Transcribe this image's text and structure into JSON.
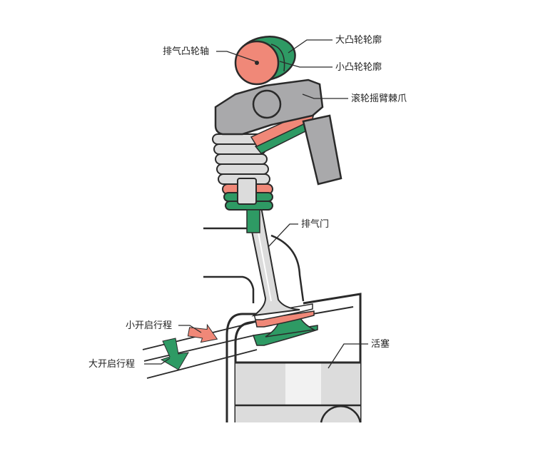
{
  "labels": {
    "exhaust_camshaft": "排气凸轮轴",
    "large_cam_profile": "大凸轮轮廓",
    "small_cam_profile": "小凸轮轮廓",
    "roller_rocker_claw": "滚轮摇臂棘爪",
    "exhaust_valve": "排气门",
    "small_lift": "小开启行程",
    "large_lift": "大开启行程",
    "piston": "活塞"
  },
  "colors": {
    "salmon": "#f08878",
    "green": "#2e9a64",
    "gray": "#a9a9ab",
    "light_gray": "#dcdcdc",
    "outline": "#2a2a2a"
  }
}
